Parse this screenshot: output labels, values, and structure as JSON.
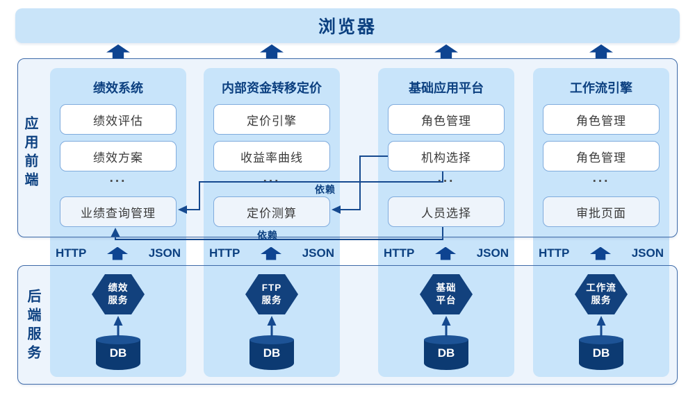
{
  "browser_banner": {
    "label": "浏览器"
  },
  "frontend_section": {
    "label": "应用前端",
    "ellipsis": "...",
    "protocol_row": {
      "left": "HTTP",
      "right": "JSON"
    },
    "columns": [
      {
        "title": "绩效系统",
        "modules": [
          "绩效评估",
          "绩效方案"
        ],
        "bottom_module": "业绩查询管理"
      },
      {
        "title": "内部资金转移定价",
        "modules": [
          "定价引擎",
          "收益率曲线"
        ],
        "bottom_module": "定价测算"
      },
      {
        "title": "基础应用平台",
        "modules": [
          "角色管理",
          "机构选择"
        ],
        "bottom_module": "人员选择"
      },
      {
        "title": "工作流引擎",
        "modules": [
          "角色管理",
          "角色管理"
        ],
        "bottom_module": "审批页面"
      }
    ]
  },
  "backend_section": {
    "label": "后端服务",
    "services": [
      {
        "name_lines": [
          "绩效",
          "服务"
        ],
        "db": "DB"
      },
      {
        "name_lines": [
          "FTP",
          "服务"
        ],
        "db": "DB"
      },
      {
        "name_lines": [
          "基础",
          "平台"
        ],
        "db": "DB"
      },
      {
        "name_lines": [
          "工作流",
          "服务"
        ],
        "db": "DB"
      }
    ]
  },
  "dependencies": [
    {
      "label": "依赖"
    },
    {
      "label": "依赖"
    }
  ],
  "colors": {
    "navy_text": "#0c4080",
    "line_navy": "#15498f",
    "column_bg": "#c8e4fa",
    "panel_bg": "#edf4fc",
    "panel_border": "#3e6aa8",
    "box_border": "#7fabdd",
    "box_tint": "#eef4fb",
    "hexagon": "#12417d",
    "db_body": "#0c3a72",
    "db_top": "#1d5396",
    "banner_bg": "#c9e4f9"
  }
}
